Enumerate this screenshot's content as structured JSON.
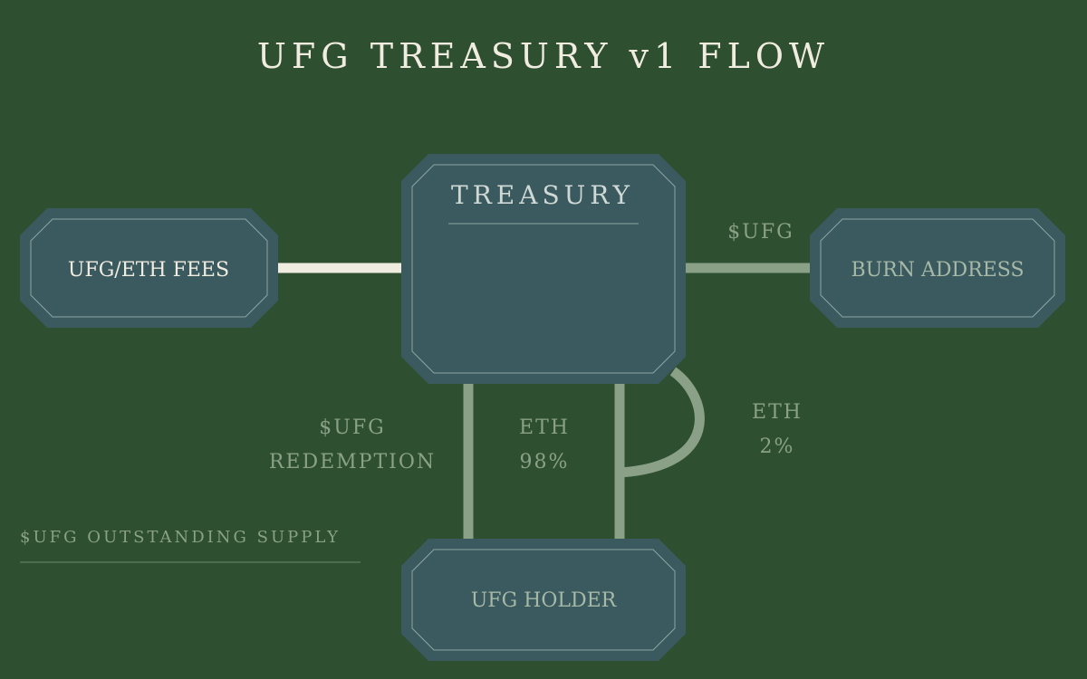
{
  "title": "UFG TREASURY v1 FLOW",
  "nodes": {
    "fees": "UFG/ETH FEES",
    "treasury": "TREASURY",
    "burn": "BURN ADDRESS",
    "holder": "UFG HOLDER"
  },
  "edges": {
    "burn_label": "$UFG",
    "redemption_line1": "$UFG",
    "redemption_line2": "REDEMPTION",
    "eth98_line1": "ETH",
    "eth98_line2": "98%",
    "eth2_line1": "ETH",
    "eth2_line2": "2%"
  },
  "supply_label": "$UFG OUTSTANDING SUPPLY",
  "colors": {
    "background": "#2e4f30",
    "node_fill": "#3a5a5f",
    "node_inner_border": "#8fa4a2",
    "primary_flow": "#f1ece0",
    "secondary_flow": "#8aa187",
    "label_muted": "#8aa187"
  }
}
